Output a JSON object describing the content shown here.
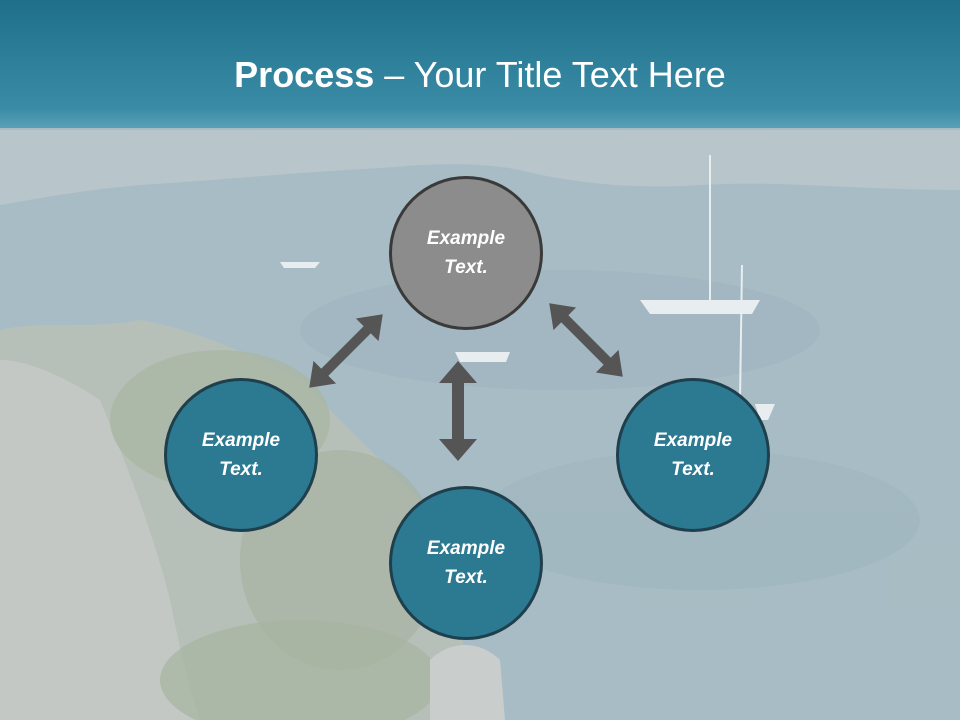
{
  "title": {
    "bold": "Process",
    "rest": " – Your Title Text Here"
  },
  "colors": {
    "header": "#2e7b95",
    "node_teal": "#2b7a92",
    "node_gray": "#8c8c8c",
    "arrow": "#555555"
  },
  "nodes": {
    "top": "Example Text.",
    "left": "Example Text.",
    "right": "Example Text.",
    "bottom": "Example Text."
  }
}
